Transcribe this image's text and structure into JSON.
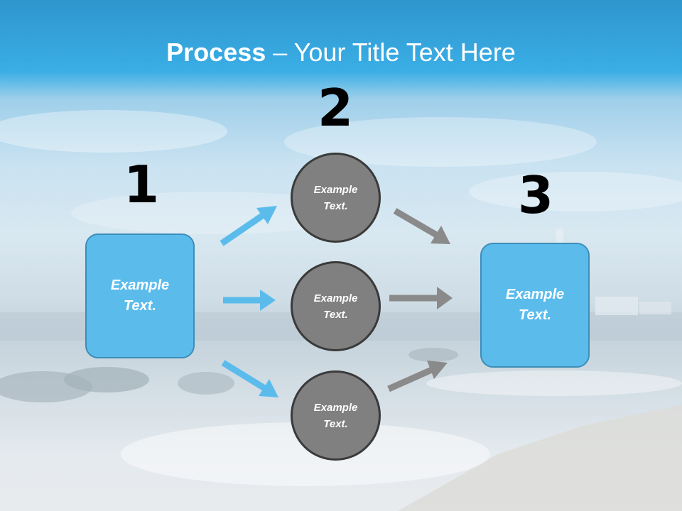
{
  "title": {
    "bold": "Process",
    "rest": " – Your Title Text Here"
  },
  "steps": [
    {
      "number": "1",
      "text": "Example\nText."
    },
    {
      "number": "2"
    },
    {
      "number": "3",
      "text": "Example\nText."
    }
  ],
  "middle_circles": [
    {
      "text": "Example\nText."
    },
    {
      "text": "Example\nText."
    },
    {
      "text": "Example\nText."
    }
  ],
  "colors": {
    "box_fill": "#5bbcec",
    "circle_fill": "#808080",
    "arrow_blue": "#5bbcec",
    "arrow_gray": "#8a8a8a"
  }
}
